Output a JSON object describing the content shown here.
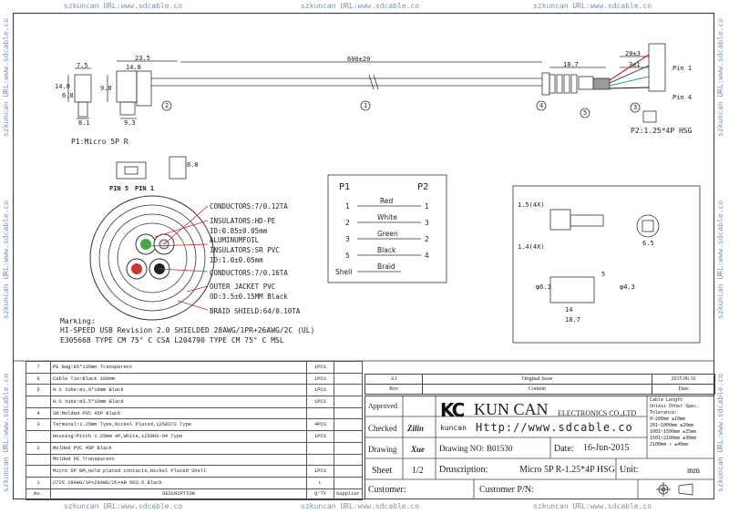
{
  "watermark": {
    "text": "szkuncan URL:www.sdcable.co"
  },
  "top_drawing": {
    "dims": {
      "d7_5": "7.5",
      "d14_0": "14.0",
      "d6_8": "6.8",
      "d23_5": "23.5",
      "d14_8": "14.8",
      "d9_8": "9.8",
      "d8_1": "8.1",
      "d9_3": "9.3",
      "d600": "600±20",
      "d18_7": "18.7",
      "d20_3": "20±3",
      "d3_1": "3±1"
    },
    "callouts": [
      "1",
      "2",
      "3",
      "4",
      "5"
    ],
    "pin1": "Pin 1",
    "pin4": "Pin 4",
    "p1_caption": "P1:Micro 5P R",
    "p2_caption": "P2:1.25*4P HSG",
    "pin5_label": "PIN 5",
    "pin1_label": "PIN 1",
    "d6_8b": "6.8"
  },
  "cross_section": {
    "labels": [
      "CONDUCTORS:7/0.12TA",
      "INSULATORS:HD-PE",
      "ID:0.85±0.05mm",
      "ALUMINUMFOIL",
      "INSULATORS:SR PVC",
      "ID:1.0±0.05mm",
      "CONDUCTORS:7/0.16TA",
      "OUTER JACKET PVC",
      "OD:3.5±0.15MM Black",
      "BRAID SHIELD:64/0.10TA"
    ],
    "marking_title": "Marking:",
    "marking_line1": "HI-SPEED USB Revision 2.0 SHIELDED 28AWG/1PR+26AWG/2C  (UL)",
    "marking_line2": "E305668 TYPE CM 75° C    CSA L204790 TYPE CM 75° C MSL"
  },
  "wiring": {
    "p1": "P1",
    "p2": "P2",
    "rows": [
      {
        "left": "1",
        "color": "Red",
        "right": "1"
      },
      {
        "left": "2",
        "color": "White",
        "right": "3"
      },
      {
        "left": "3",
        "color": "Green",
        "right": "2"
      },
      {
        "left": "5",
        "color": "Black",
        "right": "4"
      },
      {
        "left": "Shell",
        "color": "Braid",
        "right": ""
      }
    ]
  },
  "detail": {
    "d1_5": "1.5(4X)",
    "d1_4": "1.4(4X)",
    "d6_5": "6.5",
    "d14": "14",
    "d18_7": "18.7",
    "d5": "5",
    "d6_3": "φ6.3",
    "d4_3": "φ4.3"
  },
  "bom": {
    "rows": [
      {
        "no": "7",
        "desc": "PE Bag:85*135mm Transparent",
        "qty": "1PCS"
      },
      {
        "no": "6",
        "desc": "Cable Tie:Black 100mm",
        "qty": "1PCS"
      },
      {
        "no": "5",
        "desc": "H.S tube:∅1.0*18mm Black",
        "qty": "1PCS"
      },
      {
        "no": "",
        "desc": "H.S tube:∅3.5*10mm Black",
        "qty": "1PCS"
      },
      {
        "no": "4",
        "desc": "SR:Molded PVC 45P Black",
        "qty": ""
      },
      {
        "no": "3",
        "desc": "Terminal:1.25mm Type,Nickel Plated,1250STS Type",
        "qty": "4PCS"
      },
      {
        "no": "",
        "desc": "Housing:Pitch 1.25mm 4P,White,1250HS-04 Type",
        "qty": "1PCS"
      },
      {
        "no": "2",
        "desc": "Molded PVC 45P Black",
        "qty": ""
      },
      {
        "no": "",
        "desc": "Molded PE Transparent",
        "qty": ""
      },
      {
        "no": "",
        "desc": "Micro 5P BM,Gold plated contacts,Nickel Plated Shell",
        "qty": "1PCS"
      },
      {
        "no": "1",
        "desc": "2725 28AWG/1P+26AWG/2C+AB OD3.5 Black",
        "qty": "L"
      }
    ],
    "header_no": "No.",
    "header_desc": "DESCRIPTION",
    "header_qty": "Q'TY",
    "header_supplier": "Supplier"
  },
  "title_block": {
    "rev_label": "Rev",
    "rev_value": "A1",
    "content_label": "Content",
    "content_value": "Original Issue",
    "date_label": "Date",
    "date_value": "2015.06.16",
    "approved": "Approved",
    "checked": "Checked",
    "checked_sign": "Zilin",
    "drawing": "Drawing",
    "drawing_sign": "Xue",
    "company_main": "KUN CAN",
    "company_sub": "ELECTRONICS CO.,LTD",
    "kuncan": "kuncan",
    "url": "Http://www.sdcable.co",
    "drawing_no_label": "Drawing NO:",
    "drawing_no": "B01530",
    "date2_label": "Date:",
    "date2": "16-Jun-2015",
    "sheet_label": "Sheet",
    "sheet": "1/2",
    "description_label": "Druscription:",
    "description": "Micro 5P R-1.25*4P HSG",
    "unit_label": "Unit:",
    "unit": "mm",
    "customer_label": "Customer:",
    "customer_pn_label": "Customer P/N:",
    "tol_title": "Cable Length",
    "tol_lines": [
      "Unless Other Spec.",
      "Tolerance:",
      "0~200mm   ±10mm",
      "201~1000mm ±20mm",
      "1001~1500mm ±25mm",
      "1501~2100mm ±30mm",
      "2100mm ↑   ±40mm"
    ]
  }
}
